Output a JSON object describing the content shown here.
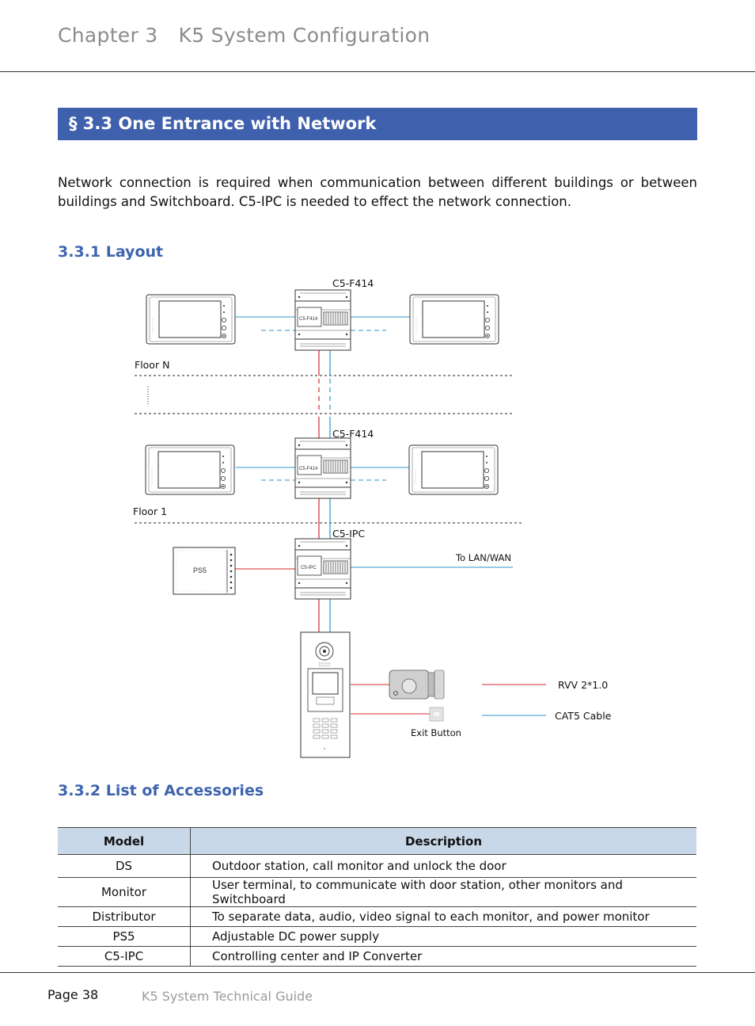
{
  "header": {
    "chapter_number": "Chapter 3",
    "chapter_title": "K5 System Configuration"
  },
  "section": {
    "title": "§ 3.3 One Entrance with Network",
    "intro": "Network connection is required when communication between different buildings or between buildings and Switchboard. C5-IPC is needed to effect the network connection."
  },
  "layout_section": {
    "heading": "3.3.1 Layout"
  },
  "diagram": {
    "distributor_top_label": "C5-F414",
    "distributor_mid_label": "C5-F414",
    "ipc_label": "C5-IPC",
    "device_tag_f414": "C5-F414",
    "device_tag_ipc": "C5-IPC",
    "psu_tag": "PS5",
    "floor_n": "Floor N",
    "floor_1": "Floor 1",
    "lan": "To LAN/WAN",
    "exit_button": "Exit Button",
    "legend_red": "RVV 2*1.0",
    "legend_blue": "CAT5 Cable",
    "colors": {
      "red_wire": "#d42a2a",
      "blue_wire": "#2b97c9"
    }
  },
  "accessories_section": {
    "heading": "3.3.2 List of Accessories",
    "columns": [
      "Model",
      "Description"
    ],
    "rows": [
      {
        "model": "DS",
        "description": "Outdoor station, call monitor and unlock the door"
      },
      {
        "model": "Monitor",
        "description": "User terminal, to communicate with door station, other monitors and Switchboard"
      },
      {
        "model": "Distributor",
        "description": "To separate data, audio, video signal to each monitor, and power monitor"
      },
      {
        "model": "PS5",
        "description": "Adjustable DC power supply"
      },
      {
        "model": "C5-IPC",
        "description": "Controlling center and IP Converter"
      }
    ]
  },
  "footer": {
    "page": "Page 38",
    "guide": "K5 System Technical Guide"
  }
}
